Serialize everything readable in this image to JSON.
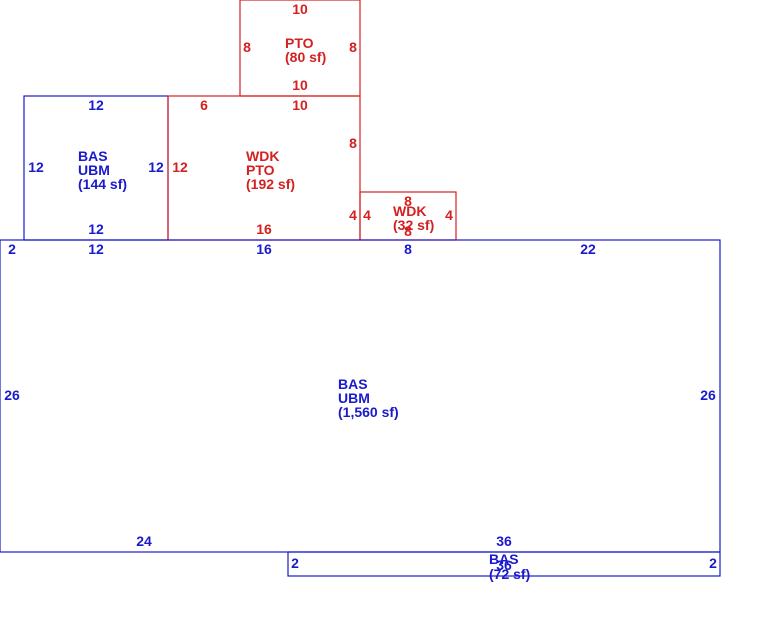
{
  "colors": {
    "blue": "#1a1acc",
    "red": "#d42020",
    "background": "#ffffff"
  },
  "areas": {
    "pto_top": {
      "code1": "PTO",
      "code2": "",
      "area": "(80 sf)"
    },
    "bas_left": {
      "code1": "BAS",
      "code2": "UBM",
      "area": "(144 sf)"
    },
    "wdk_mid": {
      "code1": "WDK",
      "code2": "PTO",
      "area": "(192 sf)"
    },
    "wdk_small": {
      "code1": "WDK",
      "code2": "",
      "area": "(32 sf)"
    },
    "bas_main": {
      "code1": "BAS",
      "code2": "UBM",
      "area": "(1,560 sf)"
    },
    "bas_strip": {
      "code1": "BAS",
      "code2": "",
      "area": "(72 sf)"
    }
  },
  "dimensions": {
    "pto_top": {
      "top": "10",
      "left": "8",
      "right": "8",
      "bottom": "10"
    },
    "bas_left": {
      "top": "12",
      "left": "12",
      "right": "12",
      "bottom": "12"
    },
    "wdk_mid": {
      "top_a": "6",
      "top_b": "10",
      "left": "12",
      "right": "8",
      "right_low": "4",
      "bottom": "16"
    },
    "wdk_small": {
      "top": "8",
      "left": "4",
      "right": "4",
      "bottom": "8"
    },
    "bas_main": {
      "corner": "2",
      "top_a": "12",
      "top_b": "16",
      "top_c": "8",
      "top_d": "22",
      "left": "26",
      "right": "26",
      "bottom": "24"
    },
    "bas_strip": {
      "top": "36",
      "left": "2",
      "right": "2",
      "bottom": "36"
    }
  }
}
